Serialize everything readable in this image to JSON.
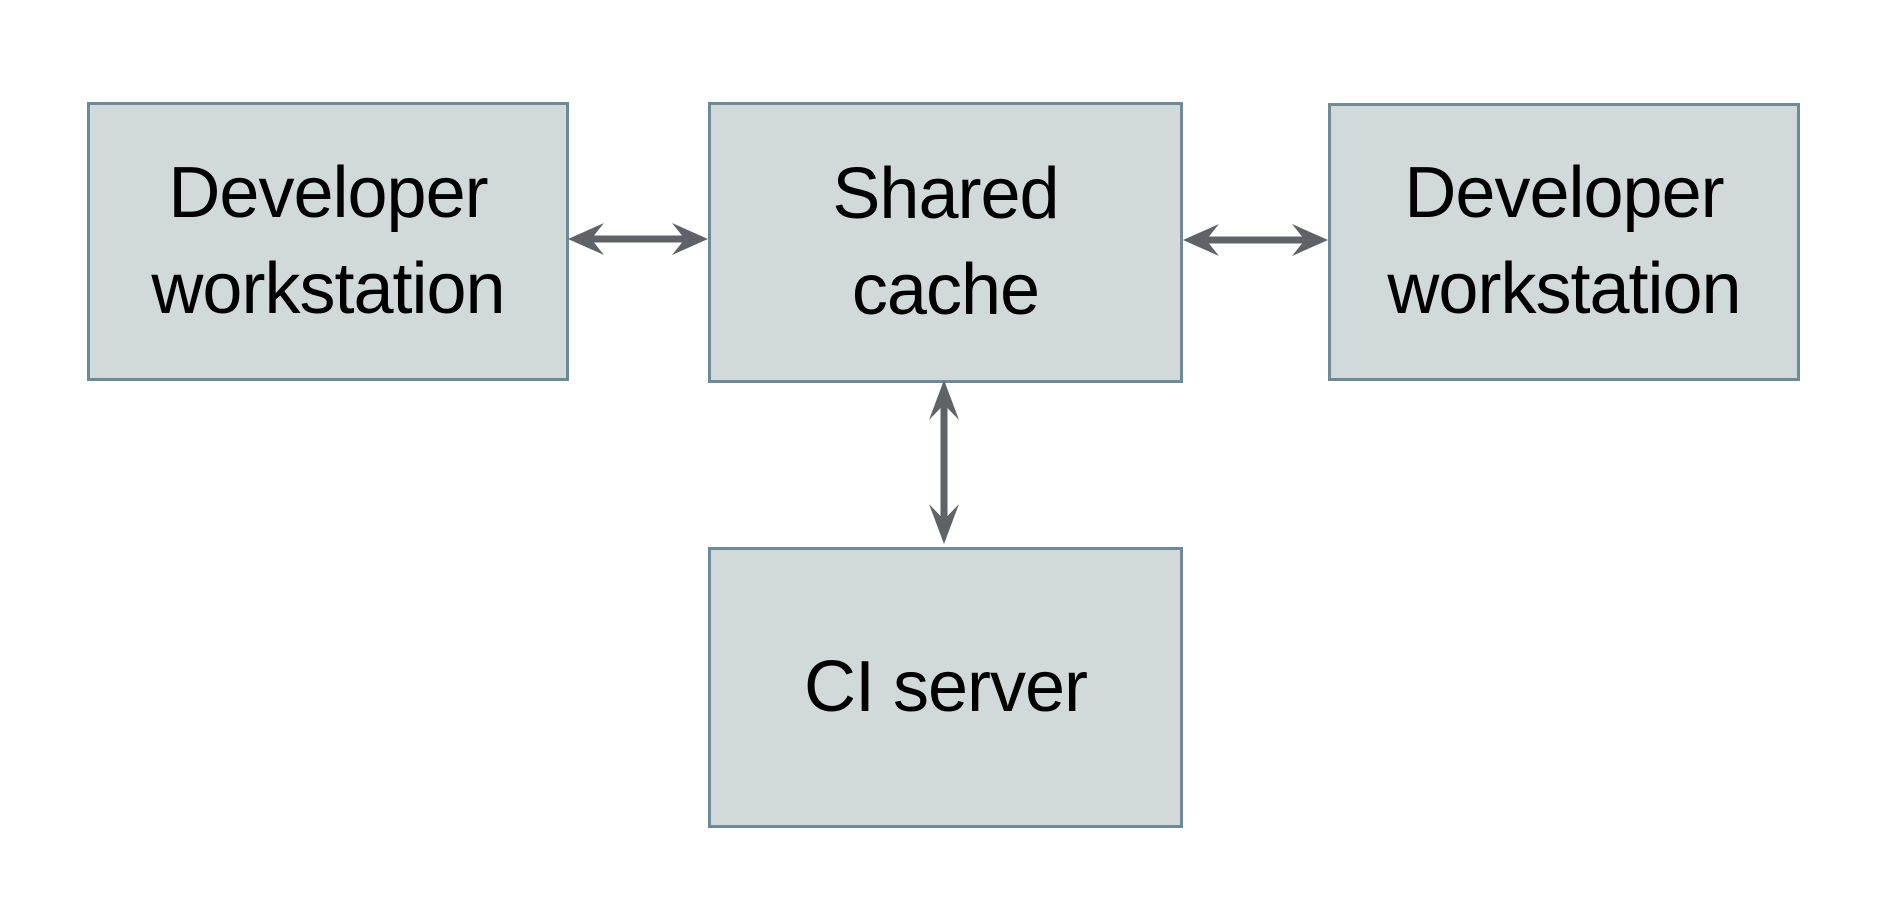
{
  "diagram": {
    "nodes": {
      "dev_left": {
        "line1": "Developer",
        "line2": "workstation"
      },
      "shared_cache": {
        "line1": "Shared",
        "line2": "cache"
      },
      "dev_right": {
        "line1": "Developer",
        "line2": "workstation"
      },
      "ci_server": {
        "line1": "CI server",
        "line2": ""
      }
    },
    "edges": [
      {
        "from": "dev_left",
        "to": "shared_cache",
        "type": "bidirectional"
      },
      {
        "from": "shared_cache",
        "to": "dev_right",
        "type": "bidirectional"
      },
      {
        "from": "shared_cache",
        "to": "ci_server",
        "type": "bidirectional"
      }
    ]
  },
  "colors": {
    "background": "#ffffff",
    "node_fill": "#d2d9db",
    "node_border": "#6d8a97",
    "arrow": "#5f6368",
    "text": "#000000"
  }
}
